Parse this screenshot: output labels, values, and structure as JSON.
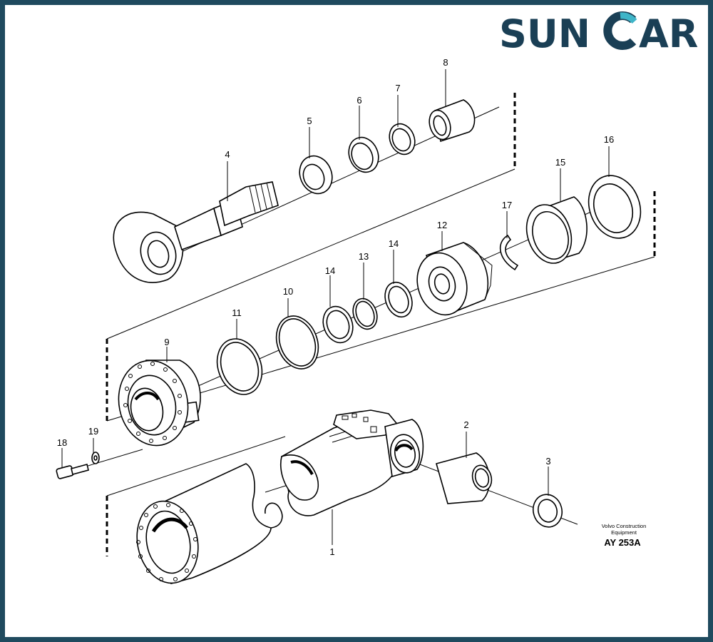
{
  "brand": {
    "name_left": "SUN",
    "name_right": "AR",
    "color_dark": "#1a3f55",
    "color_accent": "#3fb5c8",
    "frame_color": "#1f4a5e"
  },
  "callouts": {
    "c1": "1",
    "c2": "2",
    "c3": "3",
    "c4": "4",
    "c5": "5",
    "c6": "6",
    "c7": "7",
    "c8": "8",
    "c9": "9",
    "c10": "10",
    "c11": "11",
    "c12": "12",
    "c13": "13",
    "c14a": "14",
    "c14b": "14",
    "c15": "15",
    "c16": "16",
    "c17": "17",
    "c18": "18",
    "c19": "19"
  },
  "caption": {
    "line1": "Volvo Construction",
    "line2": "Equipment",
    "code": "AY 253A"
  }
}
